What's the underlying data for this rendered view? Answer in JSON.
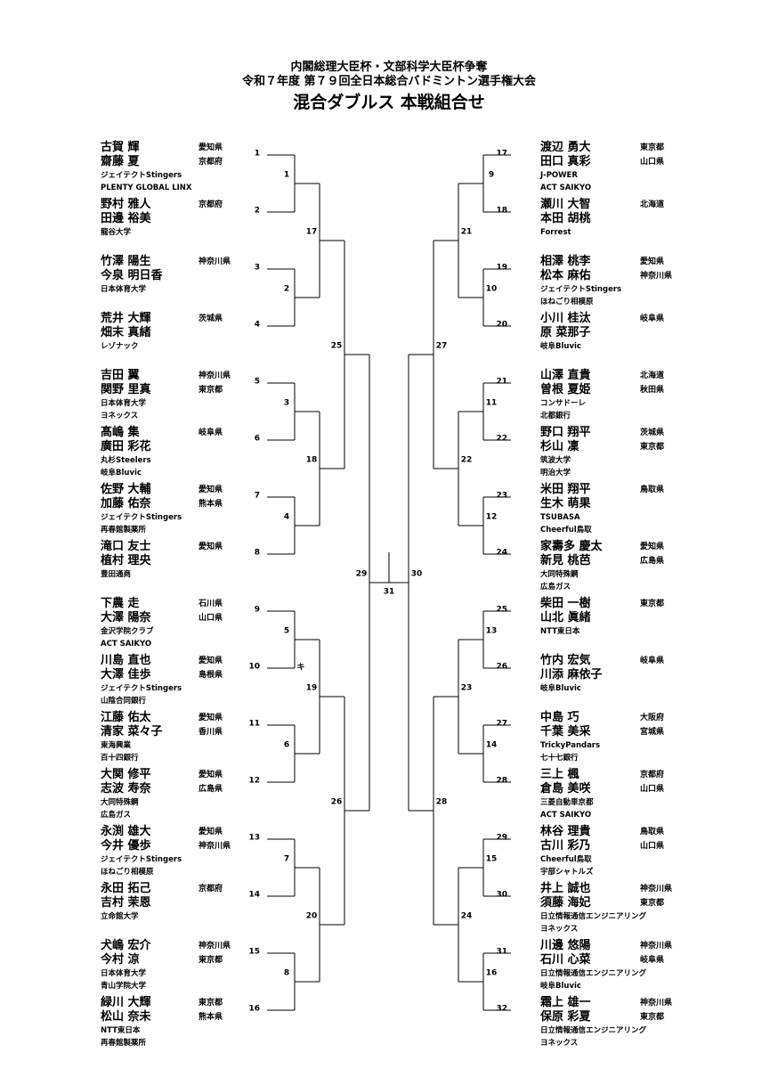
{
  "header": {
    "line1": "内閣総理大臣杯・文部科学大臣杯争奪",
    "line2": "令和７年度 第７９回全日本総合バドミントン選手権大会",
    "title": "混合ダブルス 本戦組合せ"
  },
  "entries": [
    {
      "n": 1,
      "p1": "古賀 輝",
      "r1": "愛知県",
      "p2": "齋藤 夏",
      "r2": "京都府",
      "teams": [
        "ジェイテクトStingers",
        "PLENTY GLOBAL LINX"
      ]
    },
    {
      "n": 2,
      "p1": "野村 雅人",
      "r1": "京都府",
      "p2": "田邊 裕美",
      "r2": "",
      "teams": [
        "龍谷大学"
      ]
    },
    {
      "n": 3,
      "p1": "竹澤 陽生",
      "r1": "神奈川県",
      "p2": "今泉 明日香",
      "r2": "",
      "teams": [
        "日本体育大学"
      ]
    },
    {
      "n": 4,
      "p1": "荒井 大輝",
      "r1": "茨城県",
      "p2": "畑末 真緒",
      "r2": "",
      "teams": [
        "レゾナック"
      ]
    },
    {
      "n": 5,
      "p1": "吉田 翼",
      "r1": "神奈川県",
      "p2": "関野 里真",
      "r2": "東京都",
      "teams": [
        "日本体育大学",
        "ヨネックス"
      ]
    },
    {
      "n": 6,
      "p1": "髙嶋 集",
      "r1": "岐阜県",
      "p2": "廣田 彩花",
      "r2": "",
      "teams": [
        "丸杉Steelers",
        "岐阜Bluvic"
      ]
    },
    {
      "n": 7,
      "p1": "佐野 大輔",
      "r1": "愛知県",
      "p2": "加藤 佑奈",
      "r2": "熊本県",
      "teams": [
        "ジェイテクトStingers",
        "再春館製薬所"
      ]
    },
    {
      "n": 8,
      "p1": "滝口 友士",
      "r1": "愛知県",
      "p2": "植村 理央",
      "r2": "",
      "teams": [
        "豊田通商"
      ]
    },
    {
      "n": 9,
      "p1": "下農 走",
      "r1": "石川県",
      "p2": "大澤 陽奈",
      "r2": "山口県",
      "teams": [
        "金沢学院クラブ",
        "ACT SAIKYO"
      ]
    },
    {
      "n": 10,
      "p1": "川島 直也",
      "r1": "愛知県",
      "p2": "大澤 佳歩",
      "r2": "島根県",
      "teams": [
        "ジェイテクトStingers",
        "山陰合同銀行"
      ]
    },
    {
      "n": 11,
      "p1": "江藤 佑太",
      "r1": "愛知県",
      "p2": "清家 菜々子",
      "r2": "香川県",
      "teams": [
        "東海興業",
        "百十四銀行"
      ]
    },
    {
      "n": 12,
      "p1": "大関 修平",
      "r1": "愛知県",
      "p2": "志波 寿奈",
      "r2": "広島県",
      "teams": [
        "大同特殊鋼",
        "広島ガス"
      ]
    },
    {
      "n": 13,
      "p1": "永渕 雄大",
      "r1": "愛知県",
      "p2": "今井 優歩",
      "r2": "神奈川県",
      "teams": [
        "ジェイテクトStingers",
        "ほねごり相模原"
      ]
    },
    {
      "n": 14,
      "p1": "永田 拓己",
      "r1": "京都府",
      "p2": "吉村 茉恩",
      "r2": "",
      "teams": [
        "立命館大学"
      ]
    },
    {
      "n": 15,
      "p1": "犬嶋 宏介",
      "r1": "神奈川県",
      "p2": "今村 涼",
      "r2": "東京都",
      "teams": [
        "日本体育大学",
        "青山学院大学"
      ]
    },
    {
      "n": 16,
      "p1": "緑川 大輝",
      "r1": "東京都",
      "p2": "松山 奈未",
      "r2": "熊本県",
      "teams": [
        "NTT東日本",
        "再春館製薬所"
      ]
    },
    {
      "n": 17,
      "p1": "渡辺 勇大",
      "r1": "東京都",
      "p2": "田口 真彩",
      "r2": "山口県",
      "teams": [
        "J-POWER",
        "ACT SAIKYO"
      ]
    },
    {
      "n": 18,
      "p1": "瀬川 大智",
      "r1": "北海道",
      "p2": "本田 胡桃",
      "r2": "",
      "teams": [
        "Forrest"
      ]
    },
    {
      "n": 19,
      "p1": "相澤 桃李",
      "r1": "愛知県",
      "p2": "松本 麻佑",
      "r2": "神奈川県",
      "teams": [
        "ジェイテクトStingers",
        "ほねごり相模原"
      ]
    },
    {
      "n": 20,
      "p1": "小川 桂汰",
      "r1": "岐阜県",
      "p2": "原 菜那子",
      "r2": "",
      "teams": [
        "岐阜Bluvic"
      ]
    },
    {
      "n": 21,
      "p1": "山澤 直貴",
      "r1": "北海道",
      "p2": "曽根 夏姫",
      "r2": "秋田県",
      "teams": [
        "コンサドーレ",
        "北都銀行"
      ]
    },
    {
      "n": 22,
      "p1": "野口 翔平",
      "r1": "茨城県",
      "p2": "杉山 凜",
      "r2": "東京都",
      "teams": [
        "筑波大学",
        "明治大学"
      ]
    },
    {
      "n": 23,
      "p1": "米田 翔平",
      "r1": "鳥取県",
      "p2": "生木 萌果",
      "r2": "",
      "teams": [
        "TSUBASA",
        "Cheerful鳥取"
      ]
    },
    {
      "n": 24,
      "p1": "家壽多 慶太",
      "r1": "愛知県",
      "p2": "新見 桃芭",
      "r2": "広島県",
      "teams": [
        "大同特殊鋼",
        "広島ガス"
      ]
    },
    {
      "n": 25,
      "p1": "柴田 一樹",
      "r1": "東京都",
      "p2": "山北 眞緒",
      "r2": "",
      "teams": [
        "NTT東日本"
      ]
    },
    {
      "n": 26,
      "p1": "竹内 宏気",
      "r1": "岐阜県",
      "p2": "川添 麻依子",
      "r2": "",
      "teams": [
        "岐阜Bluvic"
      ]
    },
    {
      "n": 27,
      "p1": "中島 巧",
      "r1": "大阪府",
      "p2": "千葉 美采",
      "r2": "宮城県",
      "teams": [
        "TrickyPandars",
        "七十七銀行"
      ]
    },
    {
      "n": 28,
      "p1": "三上 楓",
      "r1": "京都府",
      "p2": "倉島 美咲",
      "r2": "山口県",
      "teams": [
        "三菱自動車京都",
        "ACT SAIKYO"
      ]
    },
    {
      "n": 29,
      "p1": "林谷 理貴",
      "r1": "鳥取県",
      "p2": "古川 彩乃",
      "r2": "山口県",
      "teams": [
        "Cheerful鳥取",
        "宇部シャトルズ"
      ]
    },
    {
      "n": 30,
      "p1": "井上 誠也",
      "r1": "神奈川県",
      "p2": "須藤 海妃",
      "r2": "東京都",
      "teams": [
        "日立情報通信エンジニアリング",
        "ヨネックス"
      ]
    },
    {
      "n": 31,
      "p1": "川邊 悠陽",
      "r1": "神奈川県",
      "p2": "石川 心菜",
      "r2": "岐阜県",
      "teams": [
        "日立情報通信エンジニアリング",
        "岐阜Bluvic"
      ]
    },
    {
      "n": 32,
      "p1": "霜上 雄一",
      "r1": "神奈川県",
      "p2": "保原 彩夏",
      "r2": "東京都",
      "teams": [
        "日立情報通信エンジニアリング",
        "ヨネックス"
      ]
    }
  ],
  "matches": {
    "r1": [
      "1",
      "2",
      "3",
      "4",
      "5",
      "6",
      "7",
      "8",
      "9",
      "10",
      "11",
      "12",
      "13",
      "14",
      "15",
      "16"
    ],
    "r2": [
      "17",
      "18",
      "19",
      "20",
      "21",
      "22",
      "23",
      "24"
    ],
    "r3": [
      "25",
      "26",
      "27",
      "28"
    ],
    "sf": [
      "29",
      "30"
    ],
    "final": "31"
  },
  "walkover_mark": "キ"
}
